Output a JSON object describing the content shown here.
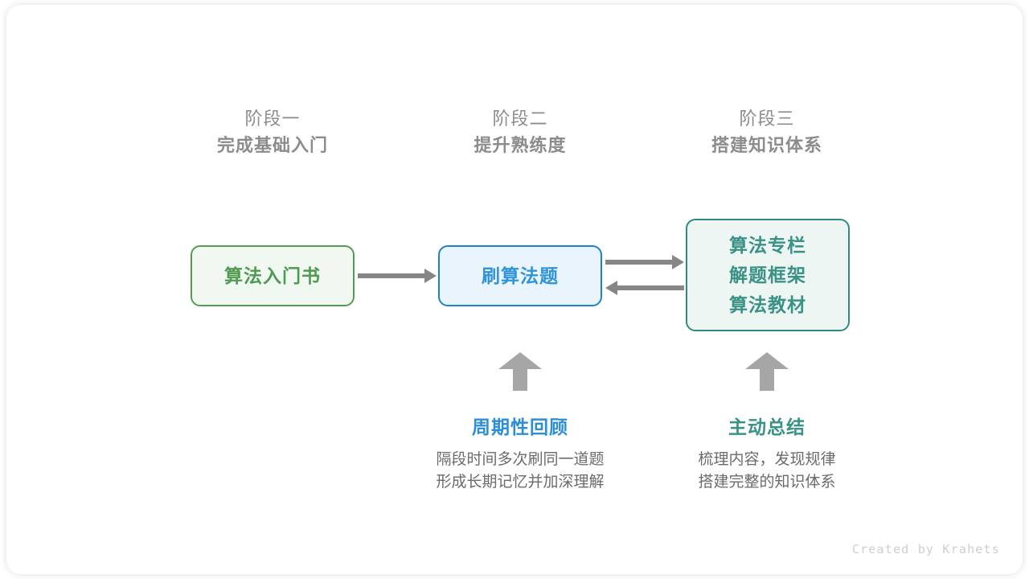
{
  "stages": [
    {
      "label": "阶段一",
      "title": "完成基础入门"
    },
    {
      "label": "阶段二",
      "title": "提升熟练度"
    },
    {
      "label": "阶段三",
      "title": "搭建知识体系"
    }
  ],
  "nodes": {
    "book": {
      "lines": [
        "算法入门书"
      ],
      "border_color": "#539d53",
      "fill_color": "#f1f8f1",
      "text_color": "#4e9a50"
    },
    "practice": {
      "lines": [
        "刷算法题"
      ],
      "border_color": "#1d80cf",
      "fill_color": "#eaf4fc",
      "text_color": "#3094d8"
    },
    "knowledge": {
      "lines": [
        "算法专栏",
        "解题框架",
        "算法教材"
      ],
      "border_color": "#2e8b80",
      "fill_color": "#eef6f4",
      "text_color": "#3a9287"
    }
  },
  "annotations": [
    {
      "title": "周期性回顾",
      "title_color": "#2c8fd6",
      "desc_lines": [
        "隔段时间多次刷同一道题",
        "形成长期记忆并加深理解"
      ]
    },
    {
      "title": "主动总结",
      "title_color": "#3a9287",
      "desc_lines": [
        "梳理内容，发现规律",
        "搭建完整的知识体系"
      ]
    }
  ],
  "arrows": {
    "book_to_practice": "arrow-right",
    "practice_to_knowledge": "arrow-right",
    "knowledge_to_practice": "arrow-left",
    "review_up": "arrow-up",
    "summary_up": "arrow-up"
  },
  "credit": "Created by Krahets"
}
